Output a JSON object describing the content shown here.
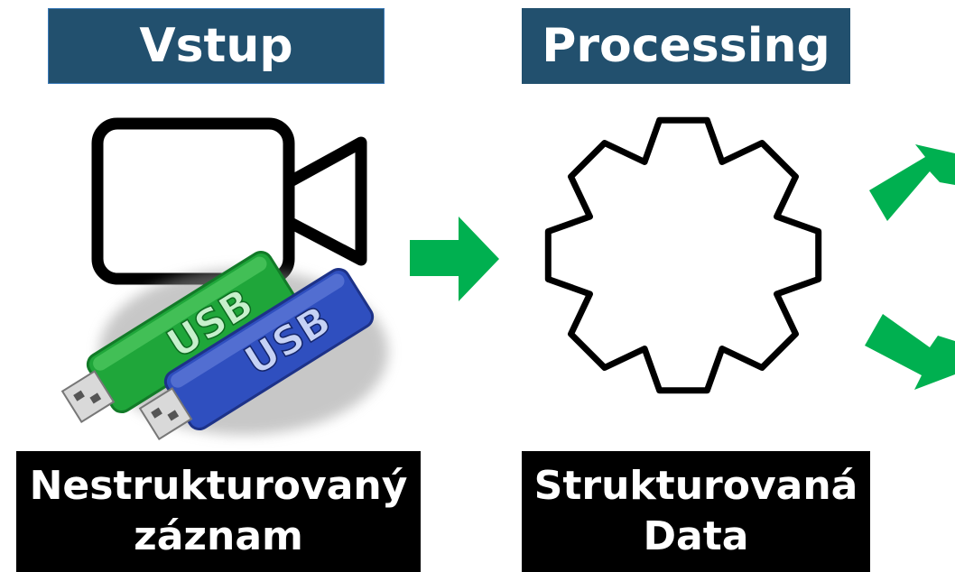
{
  "colors": {
    "header_bg": "#22506e",
    "caption_bg": "#000000",
    "arrow": "#00b050",
    "usb_green": "#1fa63a",
    "usb_blue": "#2f4fbf"
  },
  "icons": [
    "video-camera-icon",
    "usb-drive-icon",
    "gear-icon",
    "arrow-right-icon"
  ],
  "input": {
    "title": "Vstup",
    "caption_line1": "Nestrukturovaný",
    "caption_line2": "záznam",
    "usb_label": "USB"
  },
  "processing": {
    "title": "Processing",
    "caption_line1": "Strukturovaná",
    "caption_line2": "Data"
  }
}
